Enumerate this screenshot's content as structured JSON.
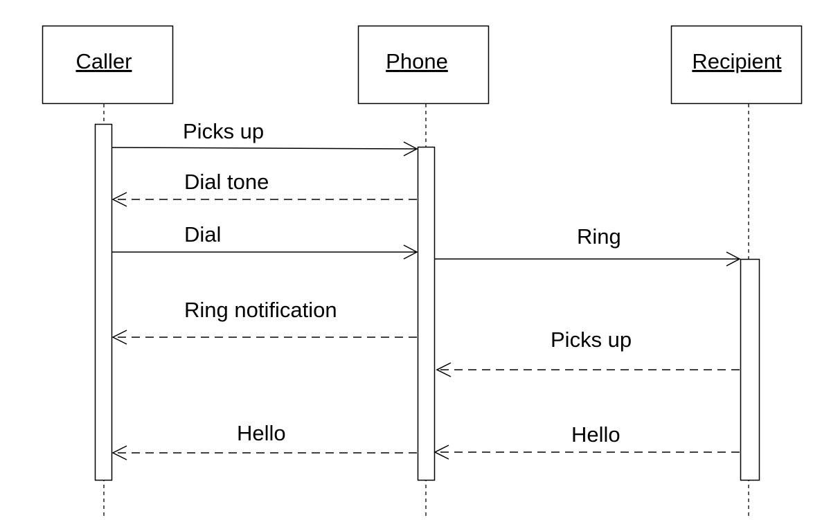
{
  "diagram": {
    "type": "sequence",
    "participants": [
      {
        "id": "caller",
        "label": "Caller"
      },
      {
        "id": "phone",
        "label": "Phone"
      },
      {
        "id": "recipient",
        "label": "Recipient"
      }
    ],
    "messages": [
      {
        "label": "Picks up",
        "from": "caller",
        "to": "phone",
        "kind": "sync"
      },
      {
        "label": "Dial tone",
        "from": "phone",
        "to": "caller",
        "kind": "return"
      },
      {
        "label": "Dial",
        "from": "caller",
        "to": "phone",
        "kind": "sync"
      },
      {
        "label": "Ring",
        "from": "phone",
        "to": "recipient",
        "kind": "sync"
      },
      {
        "label": "Ring notification",
        "from": "phone",
        "to": "caller",
        "kind": "return"
      },
      {
        "label": "Picks up",
        "from": "recipient",
        "to": "phone",
        "kind": "return"
      },
      {
        "label": "Hello",
        "from": "phone",
        "to": "caller",
        "kind": "return"
      },
      {
        "label": "Hello",
        "from": "recipient",
        "to": "phone",
        "kind": "return"
      }
    ],
    "colors": {
      "line": "#000000",
      "background": "#ffffff"
    }
  }
}
